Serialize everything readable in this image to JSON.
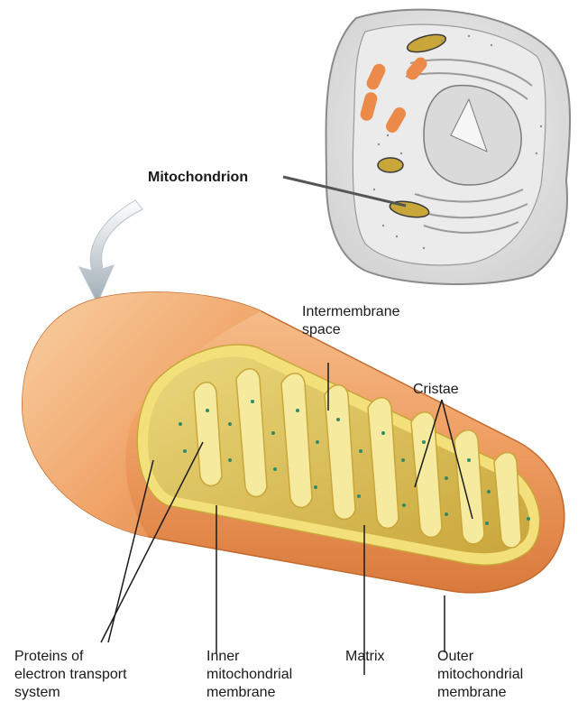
{
  "diagram": {
    "callout": "Mitochondrion",
    "labels": {
      "intermembrane_space": [
        "Intermembrane",
        "space"
      ],
      "cristae": "Cristae",
      "proteins": [
        "Proteins of",
        "electron transport",
        "system"
      ],
      "inner_membrane": [
        "Inner",
        "mitochondrial",
        "membrane"
      ],
      "matrix": "Matrix",
      "outer_membrane": [
        "Outer",
        "mitochondrial",
        "membrane"
      ]
    }
  },
  "colors": {
    "outer_membrane": "#f0a46c",
    "outer_membrane_dark": "#d9773b",
    "inner_membrane": "#f3e07a",
    "matrix": "#d8b640",
    "particles": "#2e8b6b",
    "cell_body": "#e4e4e4",
    "cell_outline": "#8a8a8a",
    "arrow": "#a9b6be",
    "leader_line": "#1a1a1a"
  }
}
